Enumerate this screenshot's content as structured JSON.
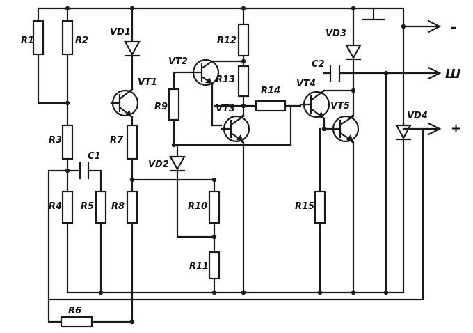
{
  "colors": {
    "ink": "#1a1a1a",
    "paper": "#ffffff"
  },
  "labels": {
    "R1": "R1",
    "R2": "R2",
    "R3": "R3",
    "R4": "R4",
    "R5": "R5",
    "R6": "R6",
    "R7": "R7",
    "R8": "R8",
    "R9": "R9",
    "R10": "R10",
    "R11": "R11",
    "R12": "R12",
    "R13": "R13",
    "R14": "R14",
    "R15": "R15",
    "C1": "C1",
    "C2": "C2",
    "VD1": "VD1",
    "VD2": "VD2",
    "VD3": "VD3",
    "VD4": "VD4",
    "VT1": "VT1",
    "VT2": "VT2",
    "VT3": "VT3",
    "VT4": "VT4",
    "VT5": "VT5"
  },
  "terminals": {
    "minus": "–",
    "out": "Ш",
    "plus": "+"
  }
}
